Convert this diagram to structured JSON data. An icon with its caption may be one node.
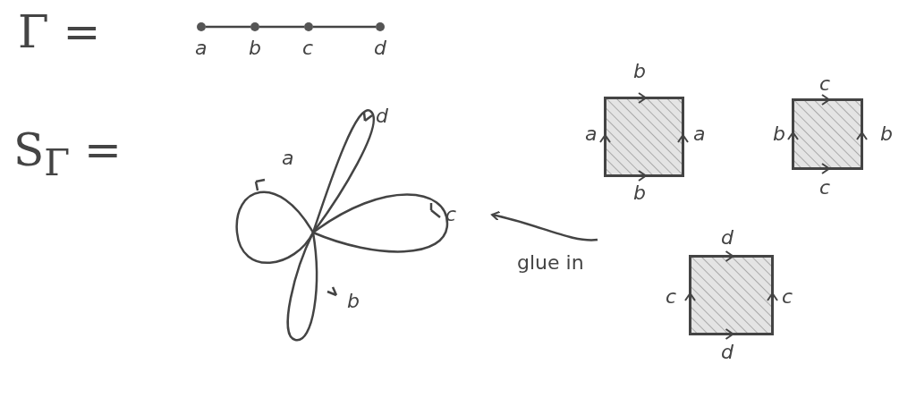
{
  "diagram": {
    "nodes": [
      {
        "text": [
          "a"
        ]
      },
      {
        "text": [
          "b"
        ]
      },
      {
        "text": [
          "c"
        ]
      },
      {
        "text": [
          "d"
        ]
      },
      {
        "text": [],
        "shape": "picture"
      },
      {
        "text": [],
        "shape": "box"
      },
      {
        "text": [],
        "shape": "box"
      },
      {
        "text": [],
        "shape": "box"
      }
    ],
    "edges": [
      {
        "from": 0,
        "to": 1,
        "arrow": "none"
      },
      {
        "from": 1,
        "to": 2,
        "arrow": "none"
      },
      {
        "from": 2,
        "to": 3,
        "arrow": "none"
      },
      {
        "from": null,
        "to": 4,
        "arrow": "to",
        "label": "glue in"
      }
    ],
    "labels": [
      "Γ =",
      "S$_{Γ}$ =",
      "a",
      "d",
      "c",
      "b",
      "b",
      "a",
      "a",
      "b",
      "c",
      "b",
      "b",
      "c",
      "d",
      "c",
      "c",
      "d"
    ]
  }
}
